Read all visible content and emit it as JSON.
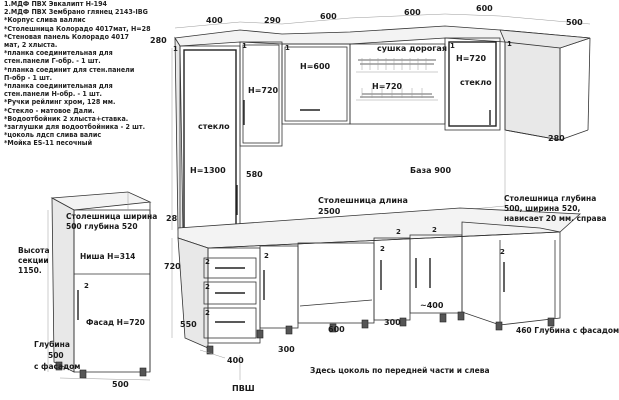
{
  "spec_lines": [
    "1.МДФ ПВХ Эвкалипт Н-194",
    "2.МДФ ПВХ Зембрано глянец 2143-IBG",
    "*Корпус слива валлис",
    "*Столешница Колорадо 4017мат, Н=28",
    "*Стеновая панель Колорадо 4017",
    "мат, 2 хлыста.",
    "*планка соединительная для",
    "стен.панели Г-обр. - 1 шт.",
    "*планка соединит для стен.панели",
    "П-обр - 1 шт.",
    "*планка соединительная для",
    "стен.панели Н-обр. - 1 шт.",
    "*Ручки рейлинг хром, 128 мм.",
    "*Стекло - матовое Дали.",
    "*Водоотбойник 2 хлыста+ставка.",
    "*заглушки для водоотбойника - 2 шт.",
    "*цоколь лдсп слива валис",
    "*Мойка ES-11 песочный"
  ],
  "labels": {
    "top_400": "400",
    "top_290": "290",
    "top_600a": "600",
    "top_600b": "600",
    "top_600c": "600",
    "top_500": "500",
    "h_280": "280",
    "h_280_right": "280",
    "h_600": "Н=600",
    "h_720_left": "Н=720",
    "h_720_right": "Н=720",
    "h_720_mid": "Н=720",
    "dryer": "сушка дорогая",
    "glass_left": "стекло",
    "glass_right": "стекло",
    "h_1300": "Н=1300",
    "d_580": "580",
    "base_900": "База 900",
    "d_28": "28",
    "d_720_left": "720",
    "worktop_len_title": "Столешница длина",
    "worktop_len_val": "2500",
    "worktop_right_1": "Столешница глубина",
    "worktop_right_2": "500, ширина 520,",
    "worktop_right_3": "нависает 20 мм. справа",
    "d_550": "550",
    "d_400_bottom": "400",
    "d_300_a": "300",
    "d_600_bottom": "600",
    "d_300_b": "300",
    "d_400_right": "~400",
    "d_460": "460 Глубина с фасадом",
    "pvsh": "ПВШ",
    "plinth_note": "Здесь цоколь по передней части и слева",
    "side_top_1": "Столешница ширина",
    "side_top_2": "500 глубина  520",
    "side_height_1": "Высота",
    "side_height_2": "секции",
    "side_height_3": "1150.",
    "niche": "Ниша Н=314",
    "facade": "Фасад Н=720",
    "depth_1": "Глубина",
    "depth_2": "500",
    "depth_3": "с фасадом",
    "d_500_side": "500",
    "n1_a": "1",
    "n1_b": "1",
    "n1_c": "1",
    "n1_d": "1",
    "n1_e": "1",
    "n2_a": "2",
    "n2_b": "2",
    "n2_c": "2",
    "n2_d": "2",
    "n2_e": "2",
    "n2_f": "2",
    "n2_g": "2",
    "n2_h": "2",
    "n2_i": "2"
  }
}
